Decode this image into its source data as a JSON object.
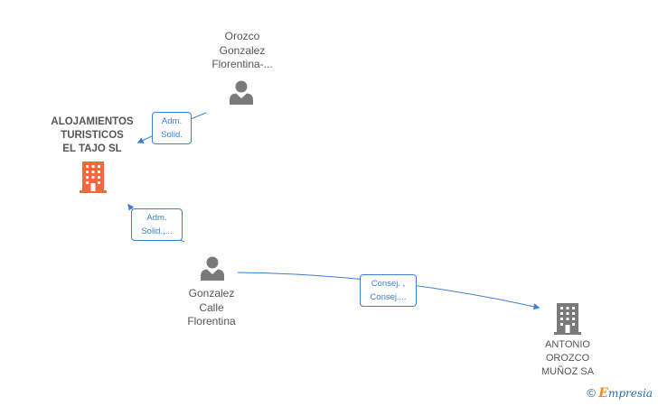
{
  "nodes": {
    "person_top": {
      "lines": [
        "Orozco",
        "Gonzalez",
        "Florentina-..."
      ]
    },
    "company_main": {
      "lines": [
        "ALOJAMIENTOS",
        "TURISTICOS",
        "EL TAJO  SL"
      ]
    },
    "person_mid": {
      "lines": [
        "Gonzalez",
        "Calle",
        "Florentina"
      ]
    },
    "company_right": {
      "lines": [
        "ANTONIO",
        "OROZCO",
        "MUÑOZ SA"
      ]
    }
  },
  "edges": [
    {
      "from": "person_top",
      "to": "company_main",
      "lines": [
        "Adm.",
        "Solid."
      ]
    },
    {
      "from": "person_mid",
      "to": "company_main",
      "lines": [
        "Adm.",
        "Solid.,..."
      ]
    },
    {
      "from": "person_mid",
      "to": "company_right",
      "lines": [
        "Consej. ,",
        "Consej...."
      ]
    }
  ],
  "colors": {
    "edge": "#3a7fd5",
    "company_main_icon": "#f26a3b",
    "company_icon": "#7a7a7a",
    "person_icon": "#7a7a7a"
  },
  "brand": {
    "copyright": "©",
    "initial": "E",
    "rest": "mpresia"
  }
}
